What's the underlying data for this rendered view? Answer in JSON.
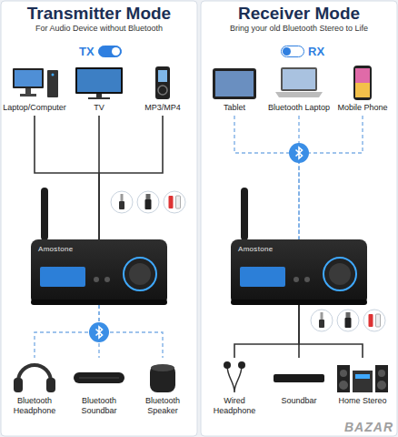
{
  "diagram": {
    "nodes": [
      {
        "text": [
          "Transmitter Mode",
          "For Audio Device without Bluetooth"
        ]
      },
      {
        "text": [
          "TX"
        ],
        "in": 0
      },
      {
        "text": [
          "Laptop/Computer"
        ],
        "in": 0
      },
      {
        "text": [
          "TV"
        ],
        "in": 0
      },
      {
        "text": [
          "MP3/MP4"
        ],
        "in": 0
      },
      {
        "text": [
          "Amostone"
        ],
        "in": 0
      },
      {
        "text": [
          "Bluetooth Headphone"
        ],
        "in": 0
      },
      {
        "text": [
          "Bluetooth Soundbar"
        ],
        "in": 0
      },
      {
        "text": [
          "Bluetooth Speaker"
        ],
        "in": 0
      },
      {
        "text": [
          "Receiver Mode",
          "Bring your old Bluetooth Stereo to Life"
        ]
      },
      {
        "text": [
          "RX"
        ],
        "in": 9
      },
      {
        "text": [
          "Tablet"
        ],
        "in": 9
      },
      {
        "text": [
          "Bluetooth Laptop"
        ],
        "in": 9
      },
      {
        "text": [
          "Mobile Phone"
        ],
        "in": 9
      },
      {
        "text": [
          "Amostone"
        ],
        "in": 9
      },
      {
        "text": [
          "Wired Headphone"
        ],
        "in": 9
      },
      {
        "text": [
          "Soundbar"
        ],
        "in": 9
      },
      {
        "text": [
          "Home Stereo"
        ],
        "in": 9
      }
    ],
    "edges": [
      {
        "from": 2,
        "to": 5,
        "arrow": "none"
      },
      {
        "from": 3,
        "to": 5,
        "arrow": "none"
      },
      {
        "from": 4,
        "to": 5,
        "arrow": "none"
      },
      {
        "from": 5,
        "to": 6,
        "arrow": "none"
      },
      {
        "from": 5,
        "to": 7,
        "arrow": "none"
      },
      {
        "from": 5,
        "to": 8,
        "arrow": "none"
      },
      {
        "from": 11,
        "to": 14,
        "arrow": "none"
      },
      {
        "from": 12,
        "to": 14,
        "arrow": "none"
      },
      {
        "from": 13,
        "to": 14,
        "arrow": "none"
      },
      {
        "from": 14,
        "to": 15,
        "arrow": "none"
      },
      {
        "from": 14,
        "to": 16,
        "arrow": "none"
      },
      {
        "from": 14,
        "to": 17,
        "arrow": "none"
      }
    ],
    "labels": [
      "BAZAR"
    ]
  }
}
